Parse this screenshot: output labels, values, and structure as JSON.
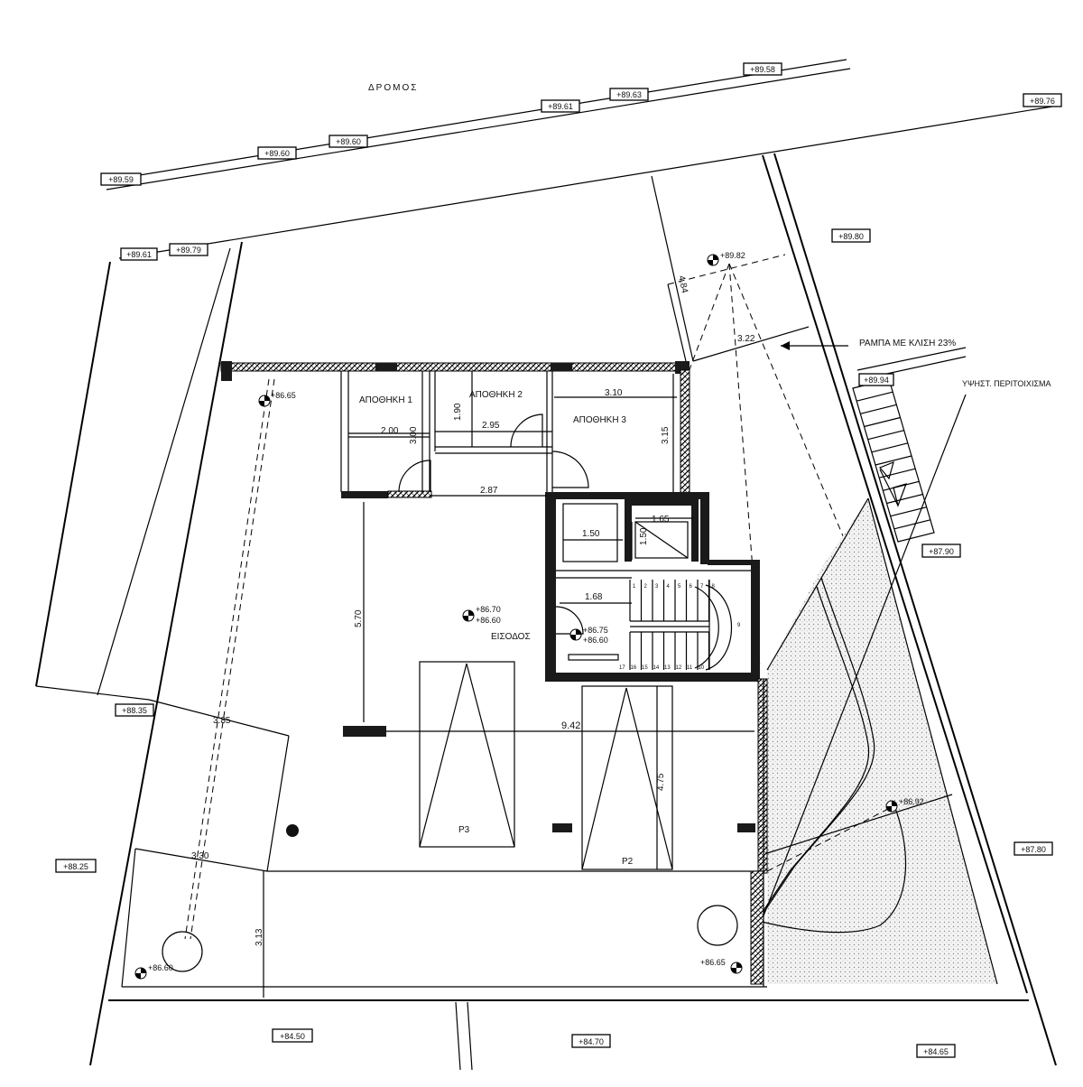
{
  "street_label": "ΔΡΟΜΟΣ",
  "elevations": {
    "road_1": "+89.59",
    "road_2": "+89.60",
    "road_3": "+89.60",
    "road_4": "+89.61",
    "road_5": "+89.63",
    "road_6": "+89.58",
    "road_7": "+89.76",
    "nw_1": "+89.61",
    "nw_2": "+89.79",
    "ne_plot": "+89.80",
    "ramp_top": "+89.82",
    "stair_top": "+89.94",
    "stair_bottom": "+87.90",
    "east": "+87.80",
    "west_upper": "+88.35",
    "west_lower": "+88.25",
    "bottom_left": "+84.50",
    "bottom_mid": "+84.70",
    "bottom_right": "+84.65",
    "inner_nw": "+86.65",
    "center_upper": "+86.70",
    "center_lower": "+86.60",
    "stair_upper": "+86.75",
    "stair_lower": "+86.60",
    "garden": "+86.92",
    "se_corner": "+86.65",
    "sw_corner": "+86.60"
  },
  "rooms": {
    "storage_1": "ΑΠΟΘΗΚΗ 1",
    "storage_2": "ΑΠΟΘΗΚΗ 2",
    "storage_3": "ΑΠΟΘΗΚΗ 3",
    "entrance": "ΕΙΣΟΔΟΣ"
  },
  "parking": {
    "p3": "P3",
    "p2": "P2"
  },
  "notes": {
    "ramp": "ΡΑΜΠΑ ΜΕ ΚΛΙΣΗ 23%",
    "wall_note": "ΥΨΗΣΤ. ΠΕΡΙΤΟΙΧΙΣΜΑ"
  },
  "dimensions": {
    "d_484": "4.84",
    "d_322": "3.22",
    "d_310": "3.10",
    "d_315": "3.15",
    "d_200": "2.00",
    "d_300": "3.00",
    "d_190": "1.90",
    "d_295": "2.95",
    "d_287": "2.87",
    "d_150a": "1.50",
    "d_150b": "1.50",
    "d_165": "1.65",
    "d_168": "1.68",
    "d_570": "5.70",
    "d_942": "9.42",
    "d_475": "4.75",
    "d_385": "3.85",
    "d_330": "3.30",
    "d_313": "3.13"
  },
  "stair_steps": {
    "top": [
      "1",
      "2",
      "3",
      "4",
      "5",
      "6",
      "7",
      "8"
    ],
    "bottom": [
      "17",
      "16",
      "15",
      "14",
      "13",
      "12",
      "11",
      "10"
    ],
    "right": [
      "9"
    ]
  }
}
